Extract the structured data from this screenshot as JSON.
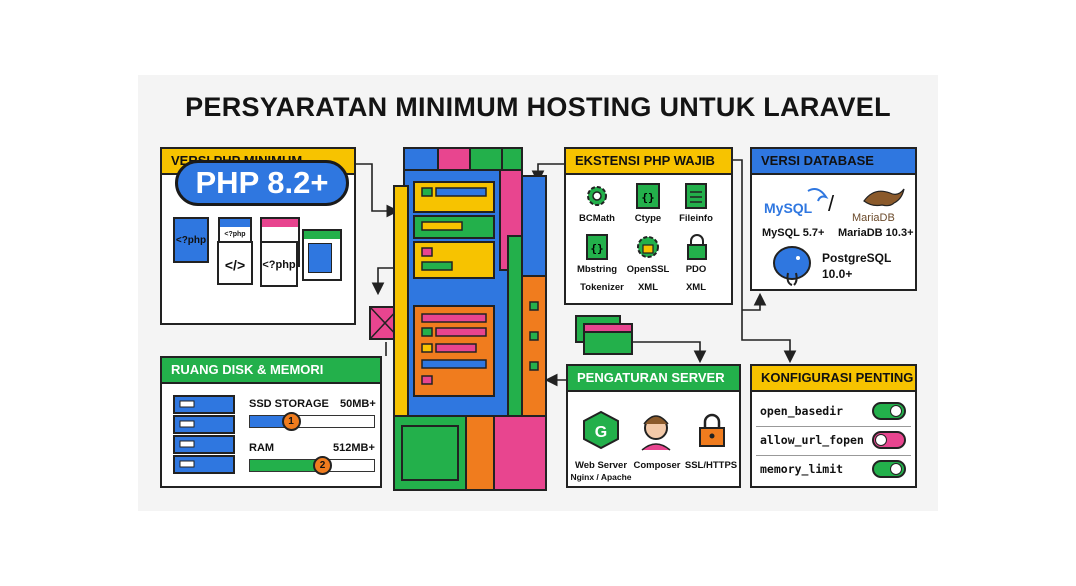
{
  "title": "PERSYARATAN MINIMUM HOSTING UNTUK LARAVEL",
  "colors": {
    "yellow": "#f7c300",
    "blue": "#2f77e0",
    "green": "#23b04b",
    "pink": "#e8458f",
    "orange": "#f07c1e"
  },
  "php_panel": {
    "heading": "VERSI PHP MINIMUM",
    "version": "PHP 8.2+",
    "file_labels": [
      "<?php",
      "<?php",
      "</>",
      "<?php"
    ]
  },
  "disk_panel": {
    "heading": "RUANG DISK & MEMORI",
    "rows": [
      {
        "label": "SSD STORAGE",
        "value": "50MB+",
        "marker": "1",
        "fill": 0.33
      },
      {
        "label": "RAM",
        "value": "512MB+",
        "marker": "2",
        "fill": 0.58
      }
    ]
  },
  "ext_panel": {
    "heading": "EKSTENSI PHP WAJIB",
    "items": [
      {
        "label": "BCMath",
        "icon": "gear-icon"
      },
      {
        "label": "Ctype",
        "icon": "braces-file-icon"
      },
      {
        "label": "Fileinfo",
        "icon": "document-icon"
      },
      {
        "label": "Mbstring",
        "icon": "braces-file-icon"
      },
      {
        "label": "OpenSSL",
        "icon": "gear-lock-icon"
      },
      {
        "label": "PDO",
        "icon": "lock-icon"
      }
    ],
    "bottom_labels": [
      "Tokenizer",
      "XML",
      "XML"
    ]
  },
  "db_panel": {
    "heading": "VERSI DATABASE",
    "mysql_logo": "MySQL",
    "mariadb_logo": "MariaDB",
    "mysql": "MySQL 5.7+",
    "separator": "/",
    "mariadb": "MariaDB 10.3+",
    "postgres_line1": "PostgreSQL",
    "postgres_line2": "10.0+"
  },
  "server_panel": {
    "heading": "PENGATURAN SERVER",
    "items": [
      {
        "label1": "Web Server",
        "label2": "Nginx / Apache",
        "icon": "nginx-icon"
      },
      {
        "label1": "Composer",
        "label2": "",
        "icon": "composer-icon"
      },
      {
        "label1": "SSL/HTTPS",
        "label2": "",
        "icon": "lock-icon"
      }
    ]
  },
  "config_panel": {
    "heading": "KONFIGURASI PENTING",
    "items": [
      {
        "label": "open_basedir",
        "state": "on"
      },
      {
        "label": "allow_url_fopen",
        "state": "off"
      },
      {
        "label": "memory_limit",
        "state": "on"
      }
    ]
  }
}
